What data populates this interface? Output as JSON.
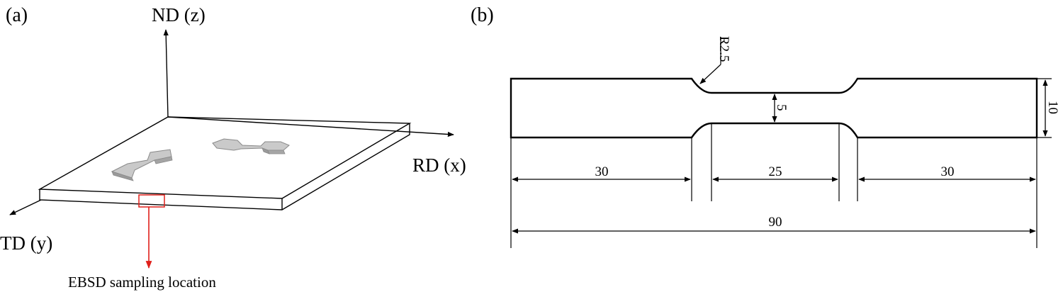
{
  "panel_a": {
    "label": "(a)",
    "axes": {
      "nd": "ND (z)",
      "rd": "RD (x)",
      "td": "TD (y)"
    },
    "sampling_note": "EBSD sampling location",
    "colors": {
      "sample_fill": "#c8c8c8",
      "sample_edge": "#8a8a8a",
      "marker": "#e0201b"
    }
  },
  "panel_b": {
    "label": "(b)",
    "radius_label": "R2.5",
    "dims": {
      "left_grip": "30",
      "gauge": "25",
      "right_grip": "30",
      "total": "90",
      "gauge_width": "5",
      "grip_width": "10"
    }
  }
}
